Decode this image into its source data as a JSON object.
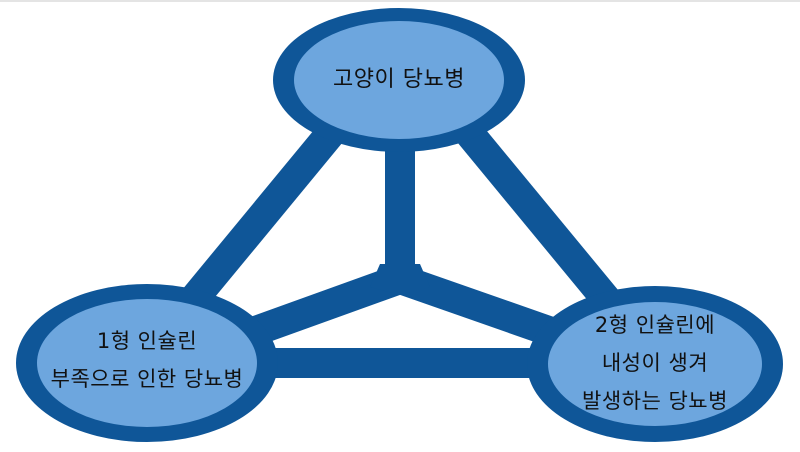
{
  "diagram": {
    "type": "triangle-relationship",
    "colors": {
      "border": "#0f5698",
      "fill": "#6da6de",
      "text": "#111111",
      "background": "#ffffff"
    },
    "nodes": {
      "top": {
        "lines": [
          "고양이 당뇨병"
        ]
      },
      "left": {
        "lines": [
          "1형 인슐린",
          "부족으로 인한 당뇨병"
        ]
      },
      "right": {
        "lines": [
          "2형 인슐린에",
          "내성이 생겨",
          "발생하는 당뇨병"
        ]
      }
    },
    "connections": [
      {
        "from": "top",
        "to": "left"
      },
      {
        "from": "top",
        "to": "right"
      },
      {
        "from": "left",
        "to": "right"
      },
      {
        "from": "center",
        "to": "top"
      },
      {
        "from": "center",
        "to": "left"
      },
      {
        "from": "center",
        "to": "right"
      }
    ]
  }
}
